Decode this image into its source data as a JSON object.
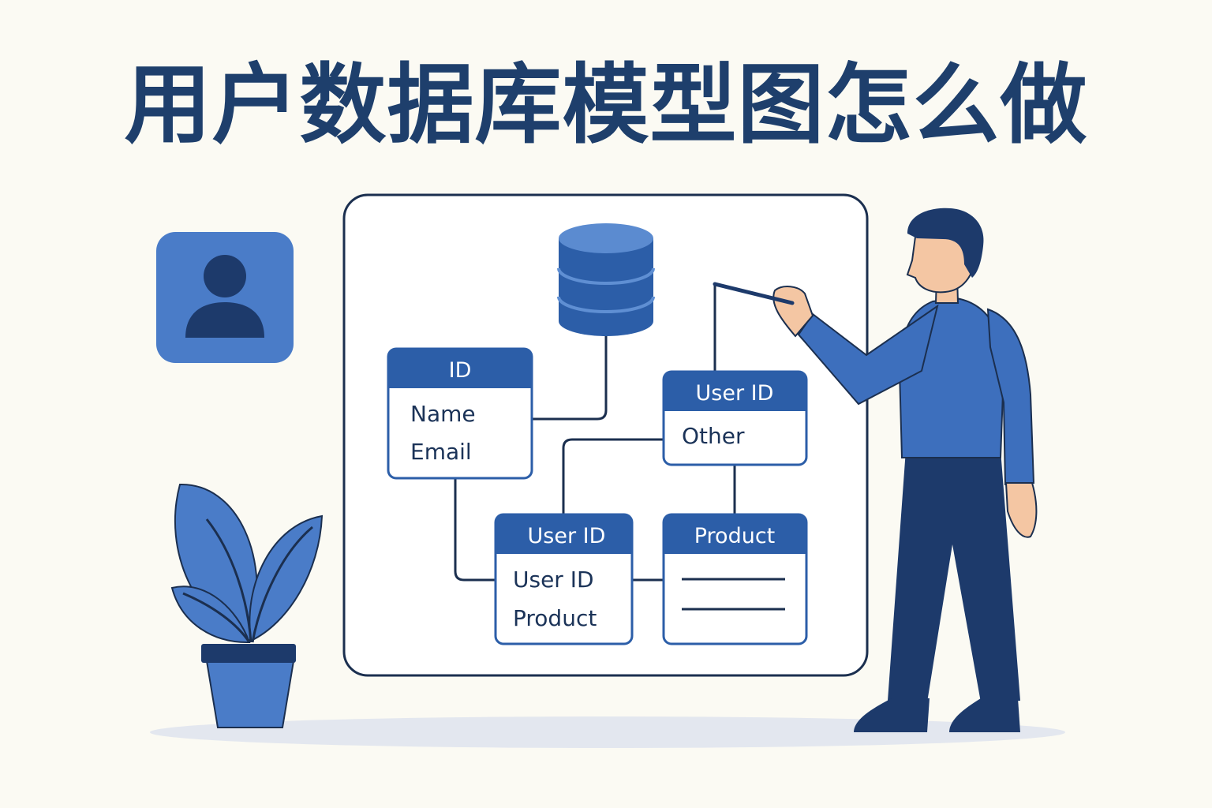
{
  "title": "用户数据库模型图怎么做",
  "colors": {
    "background": "#fbfaf3",
    "title": "#1e3f6c",
    "primary_blue": "#2c5ea8",
    "light_blue": "#4a7cc8",
    "navy": "#1d3a6b",
    "outline": "#1b2f4f"
  },
  "icons": {
    "user_tile": "user-avatar-icon",
    "database": "database-icon",
    "plant": "potted-plant-icon",
    "person": "presenter-illustration"
  },
  "tables": {
    "users": {
      "header": "ID",
      "fields": [
        "Name",
        "Email"
      ]
    },
    "user_other": {
      "header": "User ID",
      "fields": [
        "Other"
      ]
    },
    "orders": {
      "header": "User ID",
      "fields": [
        "User ID",
        "Product"
      ]
    },
    "product": {
      "header": "Product",
      "fields": []
    }
  }
}
